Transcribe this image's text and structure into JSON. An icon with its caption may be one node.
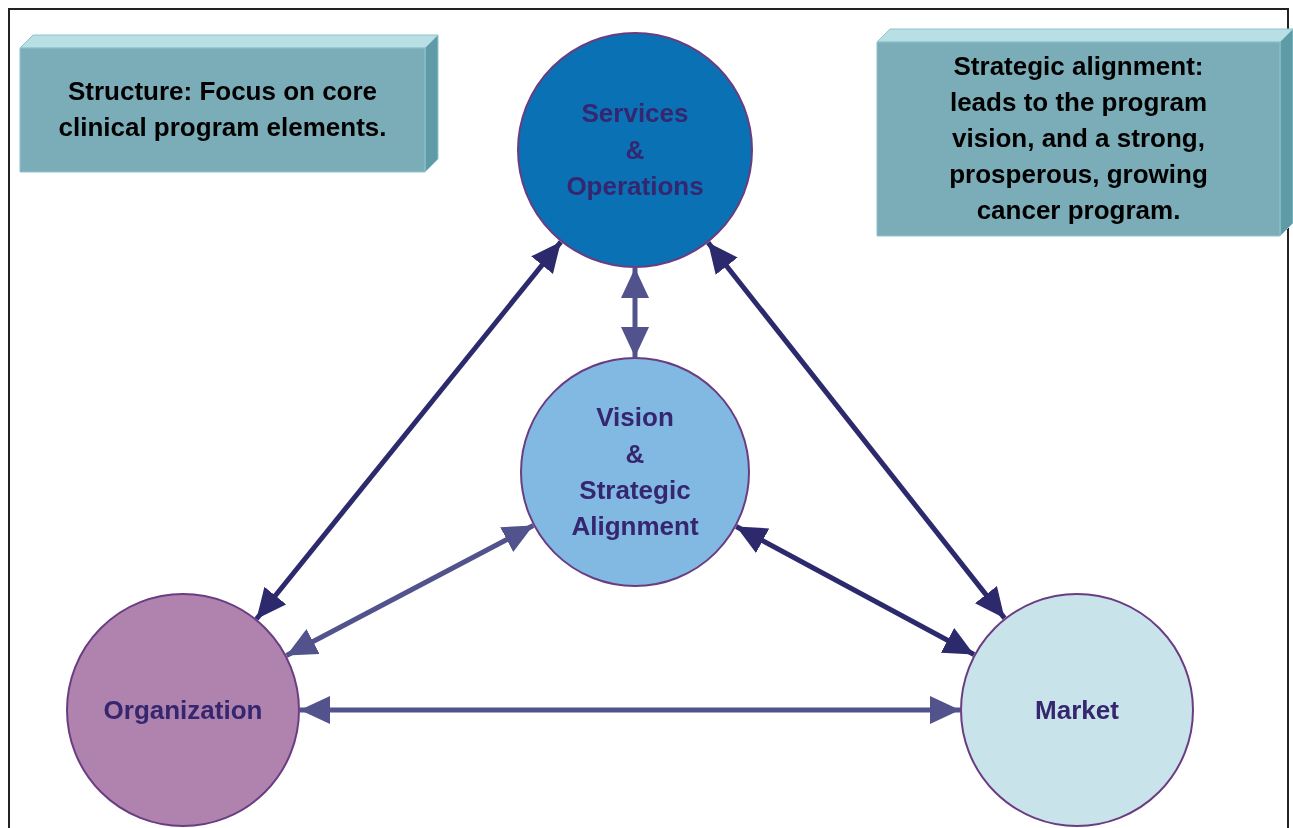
{
  "diagram": {
    "nodes": [
      {
        "text": [
          "Structure: Focus on core clinical program elements."
        ]
      },
      {
        "text": [
          "Strategic alignment: leads to the program vision, and a strong, prosperous, growing cancer program."
        ]
      },
      {
        "text": [
          "Services",
          "&",
          "Operations"
        ]
      },
      {
        "text": [
          "Vision",
          "&",
          "Strategic Alignment"
        ]
      },
      {
        "text": [
          "Organization"
        ]
      },
      {
        "text": [
          "Market"
        ]
      }
    ],
    "edges": [
      {
        "from": 2,
        "to": 4,
        "arrow": "both"
      },
      {
        "from": 2,
        "to": 5,
        "arrow": "both"
      },
      {
        "from": 2,
        "to": 3,
        "arrow": "both",
        "color": "#52528c"
      },
      {
        "from": 3,
        "to": 4,
        "arrow": "both",
        "color": "#52528c"
      },
      {
        "from": 3,
        "to": 5,
        "arrow": "both"
      },
      {
        "from": 4,
        "to": 5,
        "arrow": "both",
        "color": "#52528c"
      }
    ]
  }
}
